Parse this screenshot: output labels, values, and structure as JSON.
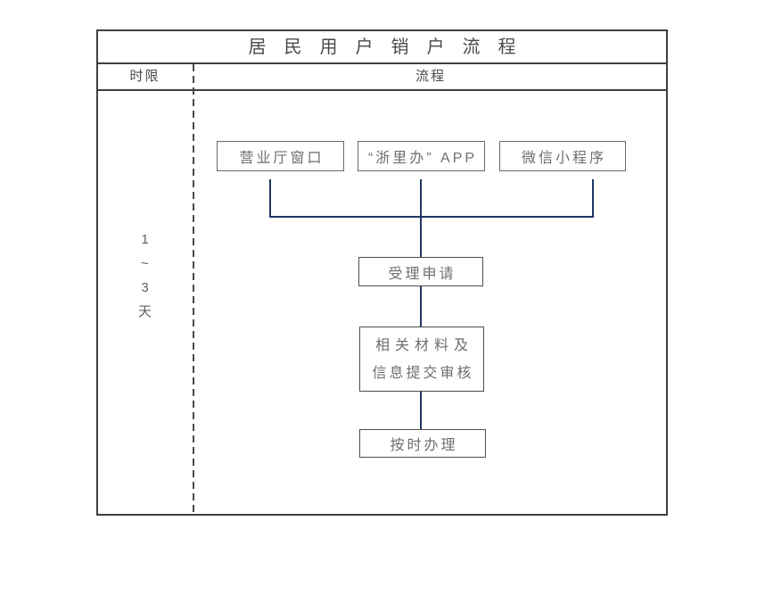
{
  "diagram": {
    "title": "居民用户销户流程",
    "header": {
      "time_limit": "时限",
      "process": "流程"
    },
    "time_limit": {
      "lines": [
        "1",
        "~",
        "3",
        "天"
      ]
    },
    "channels": [
      {
        "label": "营业厅窗口"
      },
      {
        "label": "“浙里办” APP"
      },
      {
        "label": "微信小程序"
      }
    ],
    "steps": [
      {
        "label": "受理申请"
      },
      {
        "label_line1": "相关材料及",
        "label_line2": "信息提交审核"
      },
      {
        "label": "按时办理"
      }
    ],
    "colors": {
      "frame_border": "#3e3e3e",
      "node_border": "#5a5a5a",
      "connector_line": "#1f3864",
      "text": "#6e6e6e",
      "heading_text": "#4a4a4a"
    }
  }
}
